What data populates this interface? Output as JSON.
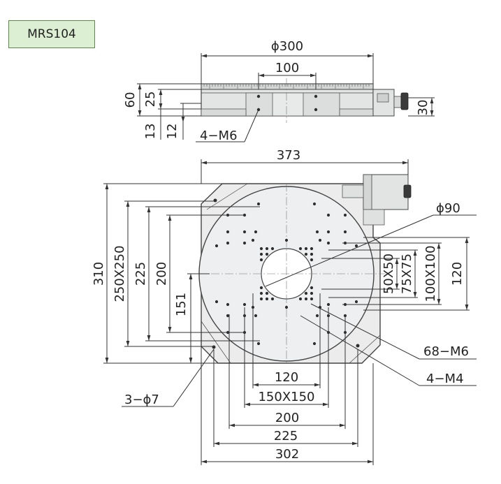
{
  "model": "MRS104",
  "colors": {
    "label_bg": "#dcefd3",
    "label_border": "#5a8a48",
    "body": "#e3e5e5",
    "line": "#333333"
  },
  "side_view": {
    "diameter": "ϕ300",
    "width_100": "100",
    "h60": "60",
    "h25": "25",
    "h13": "13",
    "h12": "12",
    "h30": "30",
    "thread": "4−M6"
  },
  "top_view": {
    "width": "373",
    "bore": "ϕ90",
    "h310": "310",
    "h250": "250X250",
    "h225": "225",
    "h200": "200",
    "h151": "151",
    "s50": "50X50",
    "s75": "75X75",
    "s100": "100X100",
    "h120": "120",
    "thread68": "68−M6",
    "thread4": "4−M4",
    "mount_holes": "3−ϕ7",
    "b120": "120",
    "b150": "150X150",
    "b200": "200",
    "b225": "225",
    "b302": "302"
  }
}
